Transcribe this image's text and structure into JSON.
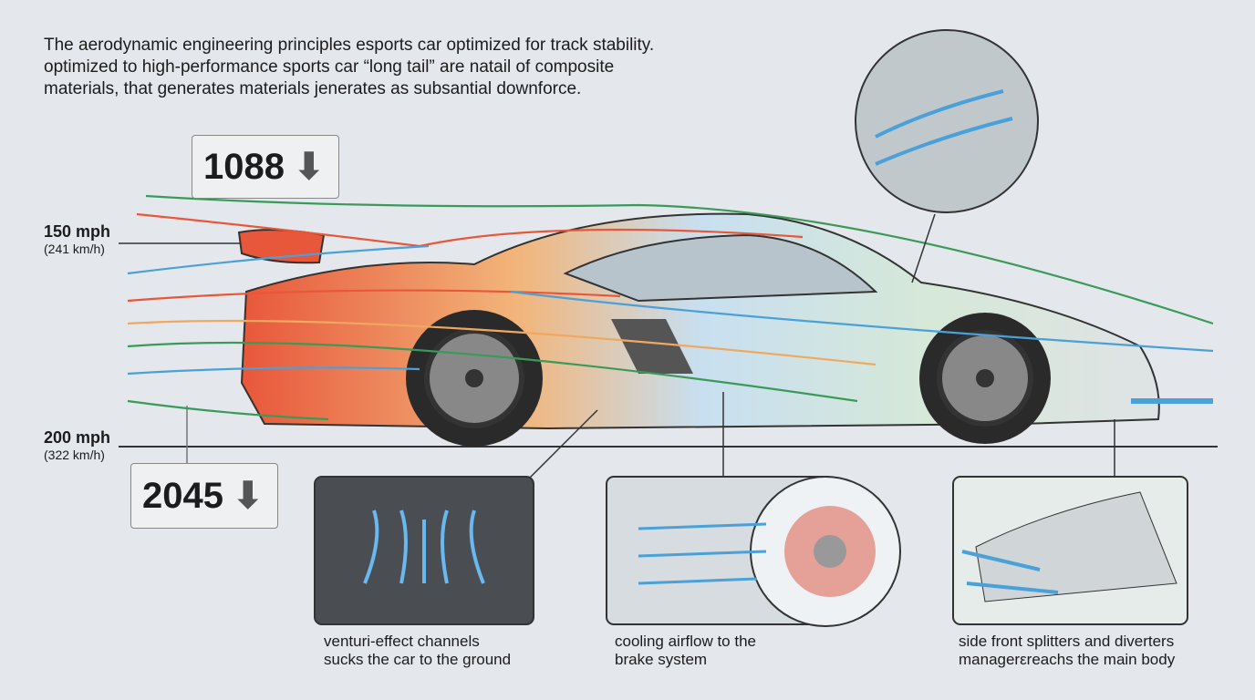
{
  "intro_text": "The aerodynamic engineering principles esports car optimized for track stability. optimized to high-performance sports car “long tail” are natail of composite materials, that generates materials jenerates as subsantial downforce.",
  "downforce_badges": [
    {
      "value": "1088",
      "icon": "arrow-down-icon"
    },
    {
      "value": "2045",
      "icon": "arrow-down-icon"
    }
  ],
  "speeds": [
    {
      "mph": "150 mph",
      "kmh": "(241 km/h)"
    },
    {
      "mph": "200 mph",
      "kmh": "(322 km/h)"
    }
  ],
  "callouts": [
    {
      "caption_line1": "venturi-effect channels",
      "caption_line2": "sucks the car to the ground"
    },
    {
      "caption_line1": "cooling airflow to the",
      "caption_line2": "brake system"
    },
    {
      "caption_line1": "side front splitters and diverters",
      "caption_line2": "managerεreachs the main body"
    }
  ],
  "colors": {
    "hot": "#e8573a",
    "warm": "#f0a860",
    "cool": "#4aa0d8",
    "green": "#3a9a5a",
    "body": "#d8dcdc"
  }
}
